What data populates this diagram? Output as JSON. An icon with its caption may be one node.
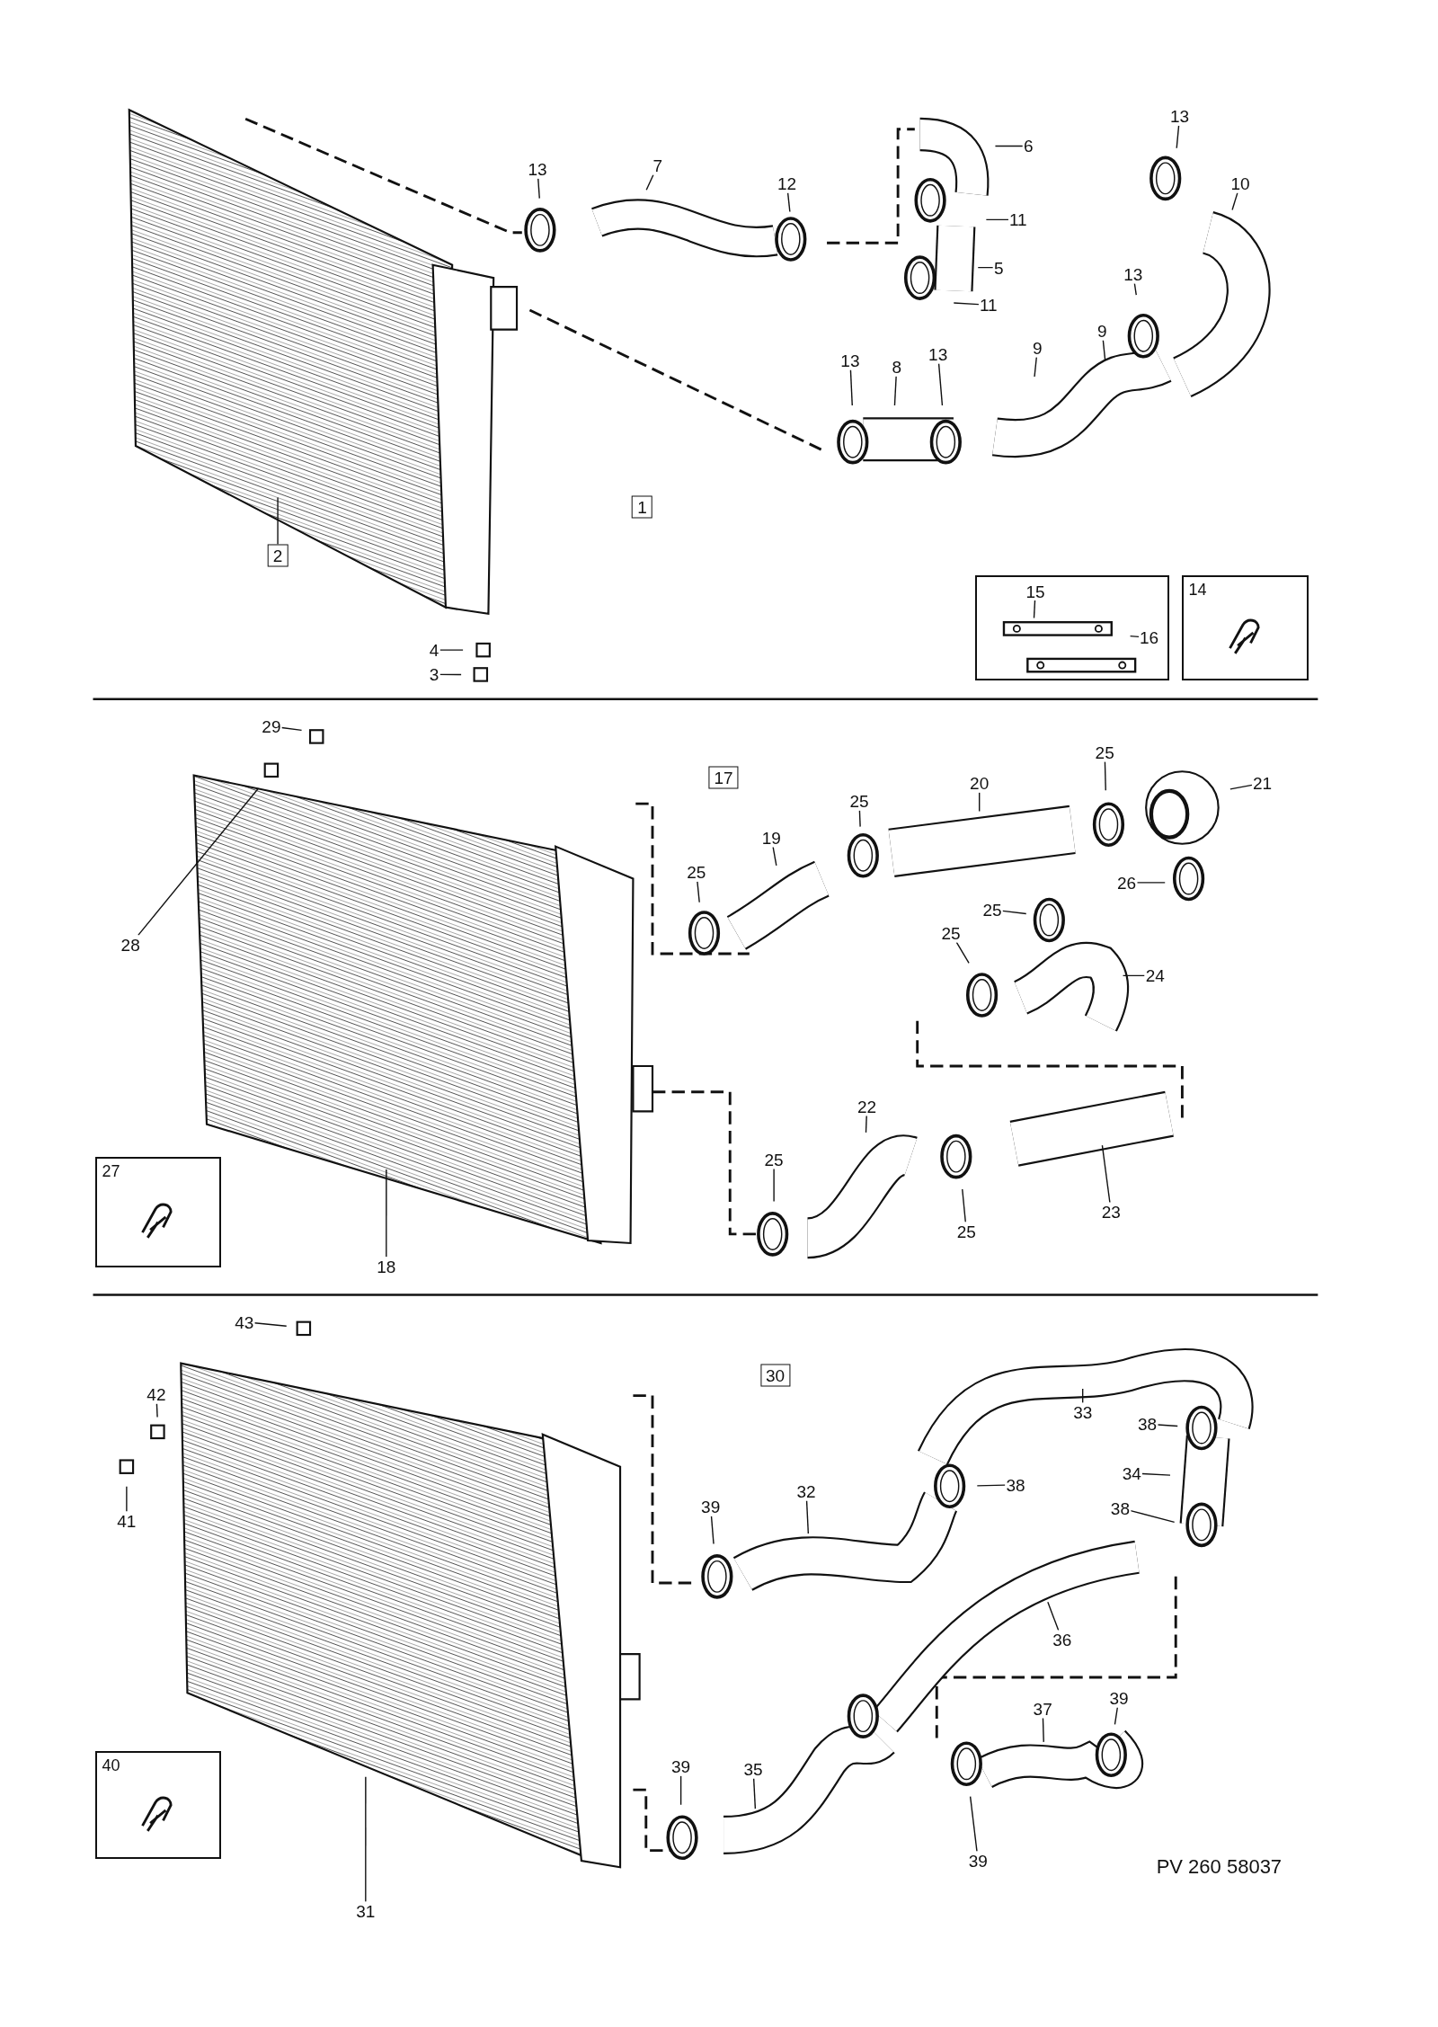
{
  "diagram": {
    "nodes": [
      {
        "text": [
          "13"
        ]
      },
      {
        "text": [
          "7"
        ]
      },
      {
        "text": [
          "12"
        ]
      },
      {
        "text": [
          "6"
        ]
      },
      {
        "text": [
          "11"
        ]
      },
      {
        "text": [
          "5"
        ]
      },
      {
        "text": [
          "11"
        ]
      },
      {
        "text": [
          "13"
        ]
      },
      {
        "text": [
          "10"
        ]
      },
      {
        "text": [
          "13"
        ]
      },
      {
        "text": [
          "9"
        ]
      },
      {
        "text": [
          "9"
        ]
      },
      {
        "text": [
          "13"
        ]
      },
      {
        "text": [
          "8"
        ]
      },
      {
        "text": [
          "13"
        ]
      },
      {
        "text": [
          "1"
        ]
      },
      {
        "text": [
          "2"
        ]
      },
      {
        "text": [
          "4"
        ]
      },
      {
        "text": [
          "3"
        ]
      },
      {
        "text": [],
        "shape": "box"
      },
      {
        "text": [
          "15"
        ],
        "in": 19
      },
      {
        "text": [
          "16"
        ],
        "in": 19
      },
      {
        "text": [
          "14"
        ]
      },
      {
        "text": [
          "29"
        ]
      },
      {
        "text": [
          "17"
        ]
      },
      {
        "text": [
          "28"
        ]
      },
      {
        "text": [
          "25"
        ]
      },
      {
        "text": [
          "19"
        ]
      },
      {
        "text": [
          "25"
        ]
      },
      {
        "text": [
          "20"
        ]
      },
      {
        "text": [
          "25"
        ]
      },
      {
        "text": [
          "21"
        ]
      },
      {
        "text": [
          "26"
        ]
      },
      {
        "text": [
          "25"
        ]
      },
      {
        "text": [
          "25"
        ]
      },
      {
        "text": [
          "24"
        ]
      },
      {
        "text": [
          "22"
        ]
      },
      {
        "text": [
          "25"
        ]
      },
      {
        "text": [
          "25"
        ]
      },
      {
        "text": [
          "23"
        ]
      },
      {
        "text": [
          "18"
        ]
      },
      {
        "text": [
          "27"
        ]
      },
      {
        "text": [
          "43"
        ]
      },
      {
        "text": [
          "30"
        ]
      },
      {
        "text": [
          "42"
        ]
      },
      {
        "text": [
          "41"
        ]
      },
      {
        "text": [
          "33"
        ]
      },
      {
        "text": [
          "38"
        ]
      },
      {
        "text": [
          "38"
        ]
      },
      {
        "text": [
          "34"
        ]
      },
      {
        "text": [
          "38"
        ]
      },
      {
        "text": [
          "39"
        ]
      },
      {
        "text": [
          "32"
        ]
      },
      {
        "text": [
          "36"
        ]
      },
      {
        "text": [
          "37"
        ]
      },
      {
        "text": [
          "39"
        ]
      },
      {
        "text": [
          "39"
        ]
      },
      {
        "text": [
          "35"
        ]
      },
      {
        "text": [
          "31"
        ]
      },
      {
        "text": [
          "39"
        ]
      },
      {
        "text": [
          "40"
        ]
      },
      {
        "text": [],
        "shape": "picture"
      },
      {
        "text": [],
        "shape": "picture"
      },
      {
        "text": [],
        "shape": "picture"
      }
    ],
    "edges": [
      {
        "from": 0,
        "to": null,
        "arrow": "none"
      },
      {
        "from": 1,
        "to": null,
        "arrow": "none"
      },
      {
        "from": 2,
        "to": null,
        "arrow": "none"
      },
      {
        "from": 3,
        "to": null,
        "arrow": "none"
      },
      {
        "from": 4,
        "to": null,
        "arrow": "none"
      },
      {
        "from": 5,
        "to": null,
        "arrow": "none"
      },
      {
        "from": 6,
        "to": null,
        "arrow": "none"
      },
      {
        "from": 7,
        "to": null,
        "arrow": "none"
      },
      {
        "from": 8,
        "to": null,
        "arrow": "none"
      },
      {
        "from": 9,
        "to": null,
        "arrow": "none"
      },
      {
        "from": 10,
        "to": null,
        "arrow": "none"
      },
      {
        "from": 11,
        "to": null,
        "arrow": "none"
      },
      {
        "from": 12,
        "to": null,
        "arrow": "none"
      },
      {
        "from": 13,
        "to": null,
        "arrow": "none"
      },
      {
        "from": 14,
        "to": null,
        "arrow": "none"
      },
      {
        "from": 16,
        "to": 61,
        "arrow": "none"
      },
      {
        "from": 17,
        "to": null,
        "arrow": "none"
      },
      {
        "from": 18,
        "to": null,
        "arrow": "none"
      },
      {
        "from": 20,
        "to": null,
        "arrow": "none"
      },
      {
        "from": 21,
        "to": null,
        "arrow": "none"
      },
      {
        "from": 23,
        "to": null,
        "arrow": "none"
      },
      {
        "from": 25,
        "to": 62,
        "arrow": "none"
      },
      {
        "from": 26,
        "to": null,
        "arrow": "none"
      },
      {
        "from": 27,
        "to": null,
        "arrow": "none"
      },
      {
        "from": 28,
        "to": null,
        "arrow": "none"
      },
      {
        "from": 29,
        "to": null,
        "arrow": "none"
      },
      {
        "from": 30,
        "to": null,
        "arrow": "none"
      },
      {
        "from": 31,
        "to": null,
        "arrow": "none"
      },
      {
        "from": 32,
        "to": null,
        "arrow": "none"
      },
      {
        "from": 33,
        "to": null,
        "arrow": "none"
      },
      {
        "from": 34,
        "to": null,
        "arrow": "none"
      },
      {
        "from": 35,
        "to": null,
        "arrow": "none"
      },
      {
        "from": 36,
        "to": null,
        "arrow": "none"
      },
      {
        "from": 37,
        "to": null,
        "arrow": "none"
      },
      {
        "from": 38,
        "to": null,
        "arrow": "none"
      },
      {
        "from": 39,
        "to": null,
        "arrow": "none"
      },
      {
        "from": 40,
        "to": 62,
        "arrow": "none"
      },
      {
        "from": 42,
        "to": null,
        "arrow": "none"
      },
      {
        "from": 44,
        "to": null,
        "arrow": "none"
      },
      {
        "from": 45,
        "to": null,
        "arrow": "none"
      },
      {
        "from": 46,
        "to": null,
        "arrow": "none"
      },
      {
        "from": 47,
        "to": null,
        "arrow": "none"
      },
      {
        "from": 48,
        "to": null,
        "arrow": "none"
      },
      {
        "from": 49,
        "to": null,
        "arrow": "none"
      },
      {
        "from": 50,
        "to": null,
        "arrow": "none"
      },
      {
        "from": 51,
        "to": null,
        "arrow": "none"
      },
      {
        "from": 52,
        "to": null,
        "arrow": "none"
      },
      {
        "from": 53,
        "to": null,
        "arrow": "none"
      },
      {
        "from": 54,
        "to": null,
        "arrow": "none"
      },
      {
        "from": 55,
        "to": null,
        "arrow": "none"
      },
      {
        "from": 56,
        "to": null,
        "arrow": "none"
      },
      {
        "from": 57,
        "to": null,
        "arrow": "none"
      },
      {
        "from": 58,
        "to": 63,
        "arrow": "none"
      },
      {
        "from": 59,
        "to": null,
        "arrow": "none"
      }
    ],
    "labels": [
      "PV 260 58037"
    ]
  }
}
